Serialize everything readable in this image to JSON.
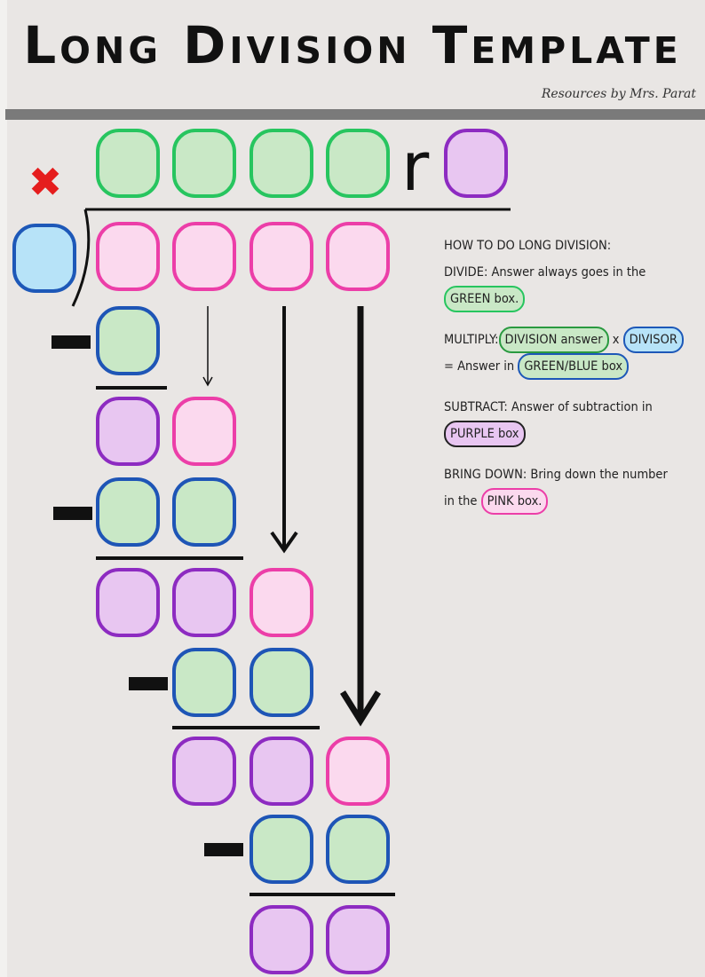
{
  "header": {
    "title": "Long Division Template",
    "credit": "Resources by Mrs. Parat"
  },
  "quotient": {
    "remainder_letter": "r"
  },
  "instructions": {
    "heading": "HOW TO DO LONG DIVISION:",
    "divide_label": "DIVIDE:",
    "divide_text": " Answer always goes in the",
    "divide_box": "GREEN box.",
    "multiply_label": "MULTIPLY:",
    "multiply_box1": "DIVISION answer",
    "multiply_x": " x ",
    "multiply_box2": "DIVISOR",
    "multiply_line2_text": "= Answer in ",
    "multiply_box3": "GREEN/BLUE box",
    "subtract_label": "SUBTRACT:",
    "subtract_text": " Answer of subtraction in",
    "subtract_box": "PURPLE box",
    "bring_label": "BRING DOWN:",
    "bring_text": " Bring down the number",
    "bring_line2_text": "in the ",
    "bring_box": "PINK box."
  },
  "colors": {
    "quotient_box": "#c9e8c6",
    "dividend_box": "#fbd9ee",
    "divisor_box": "#b7e3f8",
    "remainder_box": "#e8c6f1",
    "multiply_mark": "#e51d1d"
  },
  "icons": {
    "multiply_mark": "red-x-icon",
    "minus_sign": "minus-icon",
    "arrows": "down-arrow-icon"
  }
}
